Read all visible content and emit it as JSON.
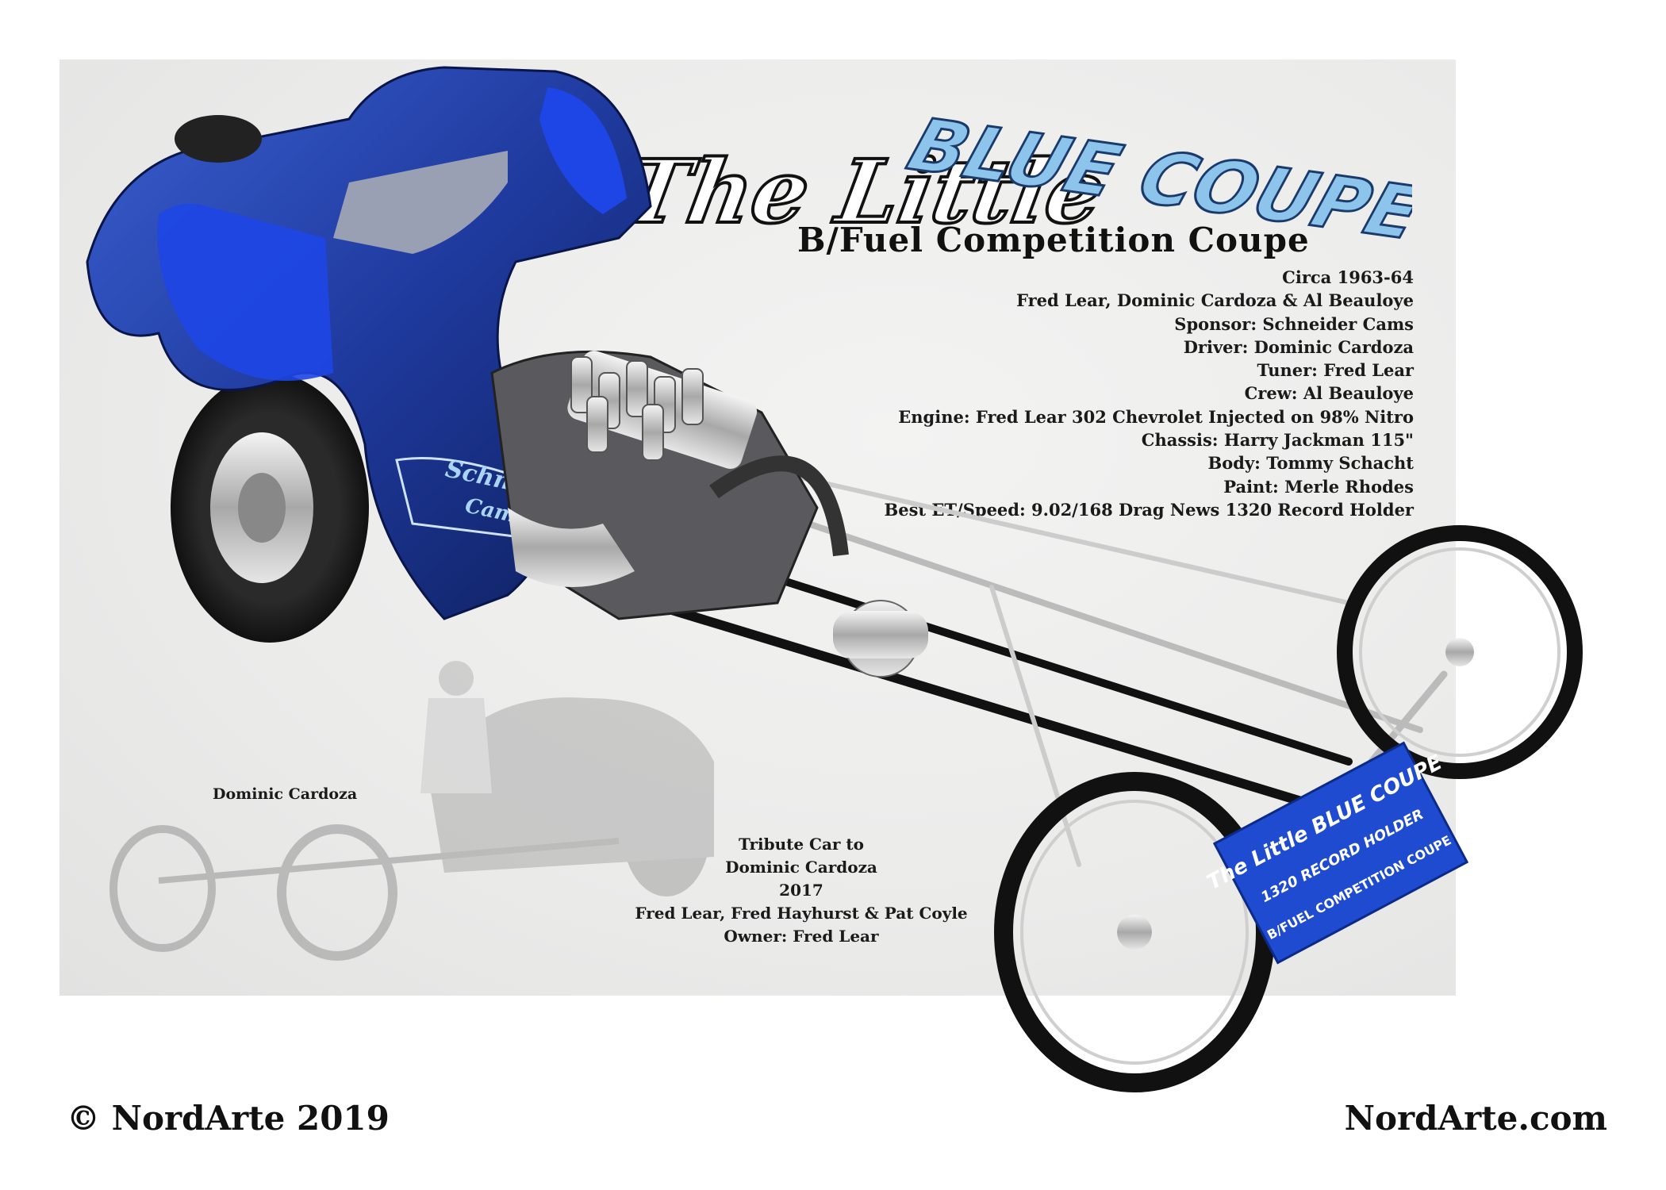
{
  "title": {
    "script_part": "The Little",
    "bold_part": "BLUE COUPE",
    "subtitle": "B/Fuel Competition Coupe"
  },
  "specs": [
    "Circa 1963-64",
    "Fred Lear, Dominic Cardoza & Al Beauloye",
    "Sponsor: Schneider Cams",
    "Driver: Dominic Cardoza",
    "Tuner: Fred Lear",
    "Crew: Al Beauloye",
    "Engine: Fred Lear 302 Chevrolet Injected on 98% Nitro",
    "Chassis: Harry Jackman 115\"",
    "Body: Tommy Schacht",
    "Paint: Merle Rhodes",
    "Best ET/Speed: 9.02/168 Drag News 1320 Record Holder"
  ],
  "photo_caption": "Dominic Cardoza",
  "tribute": [
    "Tribute Car to",
    "Dominic Cardoza",
    "2017",
    "Fred Lear, Fred Hayhurst & Pat Coyle",
    "Owner: Fred Lear"
  ],
  "car_lettering": {
    "side_sponsor_line1": "Schneider",
    "side_sponsor_line2": "Cams",
    "plate_title": "The Little BLUE COUPE",
    "plate_line2": "1320 RECORD HOLDER",
    "plate_line3": "B/FUEL COMPETITION COUPE"
  },
  "footer": {
    "copyright": "© NordArte 2019",
    "website": "NordArte.com"
  },
  "colors": {
    "body_blue": "#1f3a9e",
    "title_blue": "#8cc4ec",
    "panel_gray": "#ececeb"
  }
}
